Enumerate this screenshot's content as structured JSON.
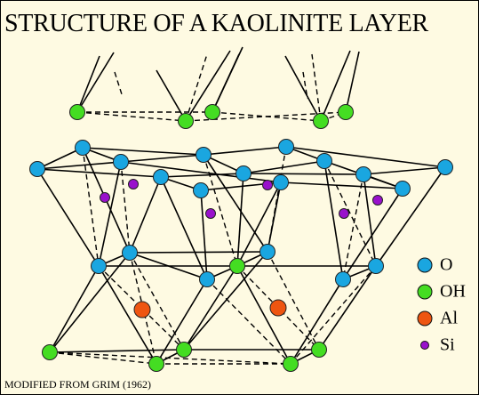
{
  "title": "STRUCTURE OF A KAOLINITE LAYER",
  "credit": "MODIFIED FROM GRIM (1962)",
  "legend": [
    {
      "symbol": "O",
      "color": "#1aa6e0",
      "size": "big"
    },
    {
      "symbol": "OH",
      "color": "#44dd22",
      "size": "big"
    },
    {
      "symbol": "Al",
      "color": "#ee5511",
      "size": "big"
    },
    {
      "symbol": "Si",
      "color": "#9911cc",
      "size": "small"
    }
  ]
}
